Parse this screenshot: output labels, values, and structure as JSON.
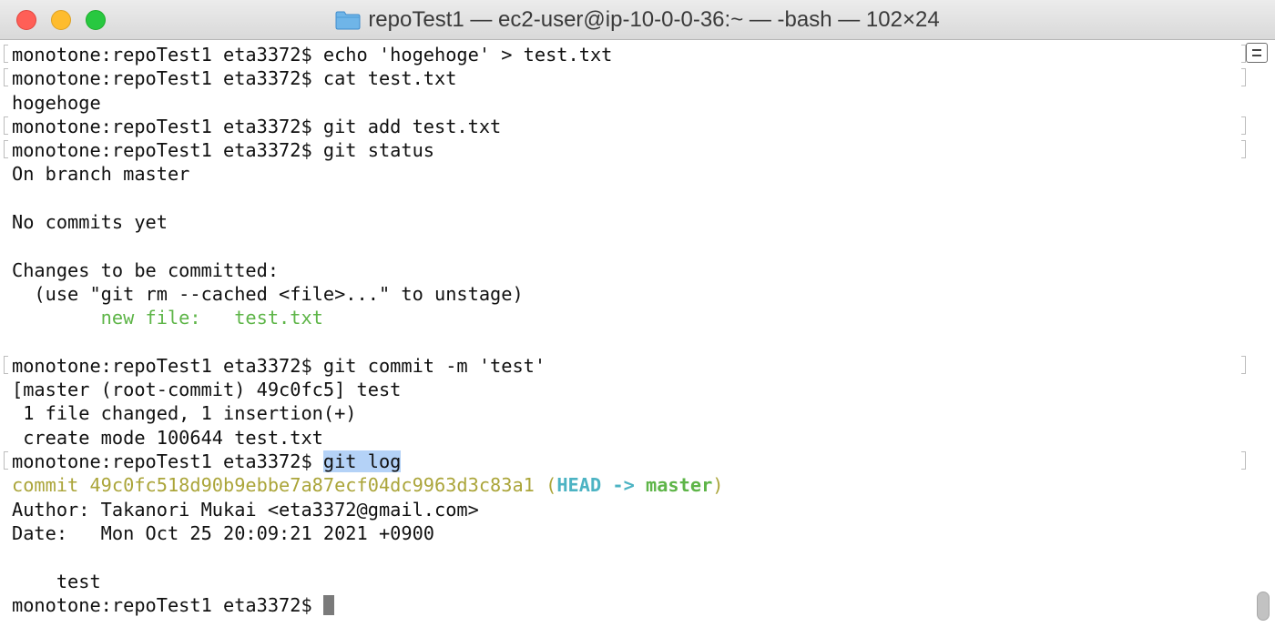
{
  "window": {
    "title": "repoTest1 — ec2-user@ip-10-0-0-36:~ — -bash — 102×24",
    "folder_icon": "folder-icon"
  },
  "prompt": "monotone:repoTest1 eta3372$ ",
  "lines": {
    "l1_cmd": "echo 'hogehoge' > test.txt",
    "l2_cmd": "cat test.txt",
    "l3": "hogehoge",
    "l4_cmd": "git add test.txt",
    "l5_cmd": "git status",
    "l6": "On branch master",
    "l8": "No commits yet",
    "l10": "Changes to be committed:",
    "l11": "  (use \"git rm --cached <file>...\" to unstage)",
    "l12": "        new file:   test.txt",
    "l14_cmd": "git commit -m 'test'",
    "l15": "[master (root-commit) 49c0fc5] test",
    "l16": " 1 file changed, 1 insertion(+)",
    "l17": " create mode 100644 test.txt",
    "l18_cmd": "git log",
    "l19_commit": "commit 49c0fc518d90b9ebbe7a87ecf04dc9963d3c83a1 ",
    "l19_open": "(",
    "l19_head": "HEAD -> ",
    "l19_master": "master",
    "l19_close": ")",
    "l20": "Author: Takanori Mukai <eta3372@gmail.com>",
    "l21": "Date:   Mon Oct 25 20:09:21 2021 +0900",
    "l23": "    test"
  },
  "colors": {
    "staged_file": "#5eb548",
    "commit_hash": "#aba53a",
    "head_ref": "#4cb3c3",
    "branch_ref": "#5eb548",
    "selection": "#b4d2f7"
  }
}
